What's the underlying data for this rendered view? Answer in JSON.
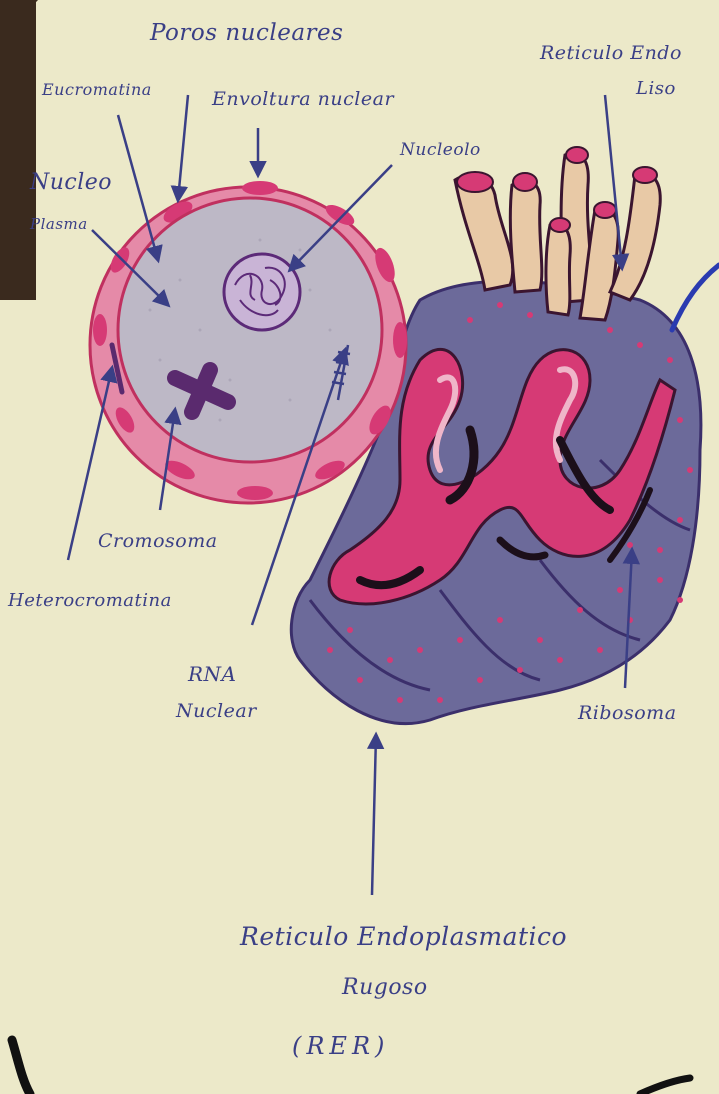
{
  "labels": {
    "poros_nucleares": "Poros nucleares",
    "reticulo_liso_line1": "Reticulo Endo",
    "reticulo_liso_line2": "Liso",
    "eucromatina": "Eucromatina",
    "envoltura_nuclear": "Envoltura nuclear",
    "nucleolo": "Nucleolo",
    "nucleo_line1": "Nucleo",
    "nucleo_line2": "Plasma",
    "cromosoma": "Cromosoma",
    "heterocromatina": "Heterocromatina",
    "rna_line1": "RNA",
    "rna_line2": "Nuclear",
    "ribosoma": "Ribosoma",
    "reticulo_rugoso_line1": "Reticulo Endoplasmatico",
    "reticulo_rugoso_line2": "Rugoso",
    "reticulo_rugoso_line3": "(RER)"
  },
  "colors": {
    "paper": "#ece9c9",
    "ink": "#3a3f86",
    "envelope": "#e58aa8",
    "nucleoplasm": "#bdb8c6",
    "magenta": "#d63a75",
    "rer_purple": "#6c6a9a",
    "ser_tan": "#e8c9a6",
    "dark": "#3b1530"
  }
}
